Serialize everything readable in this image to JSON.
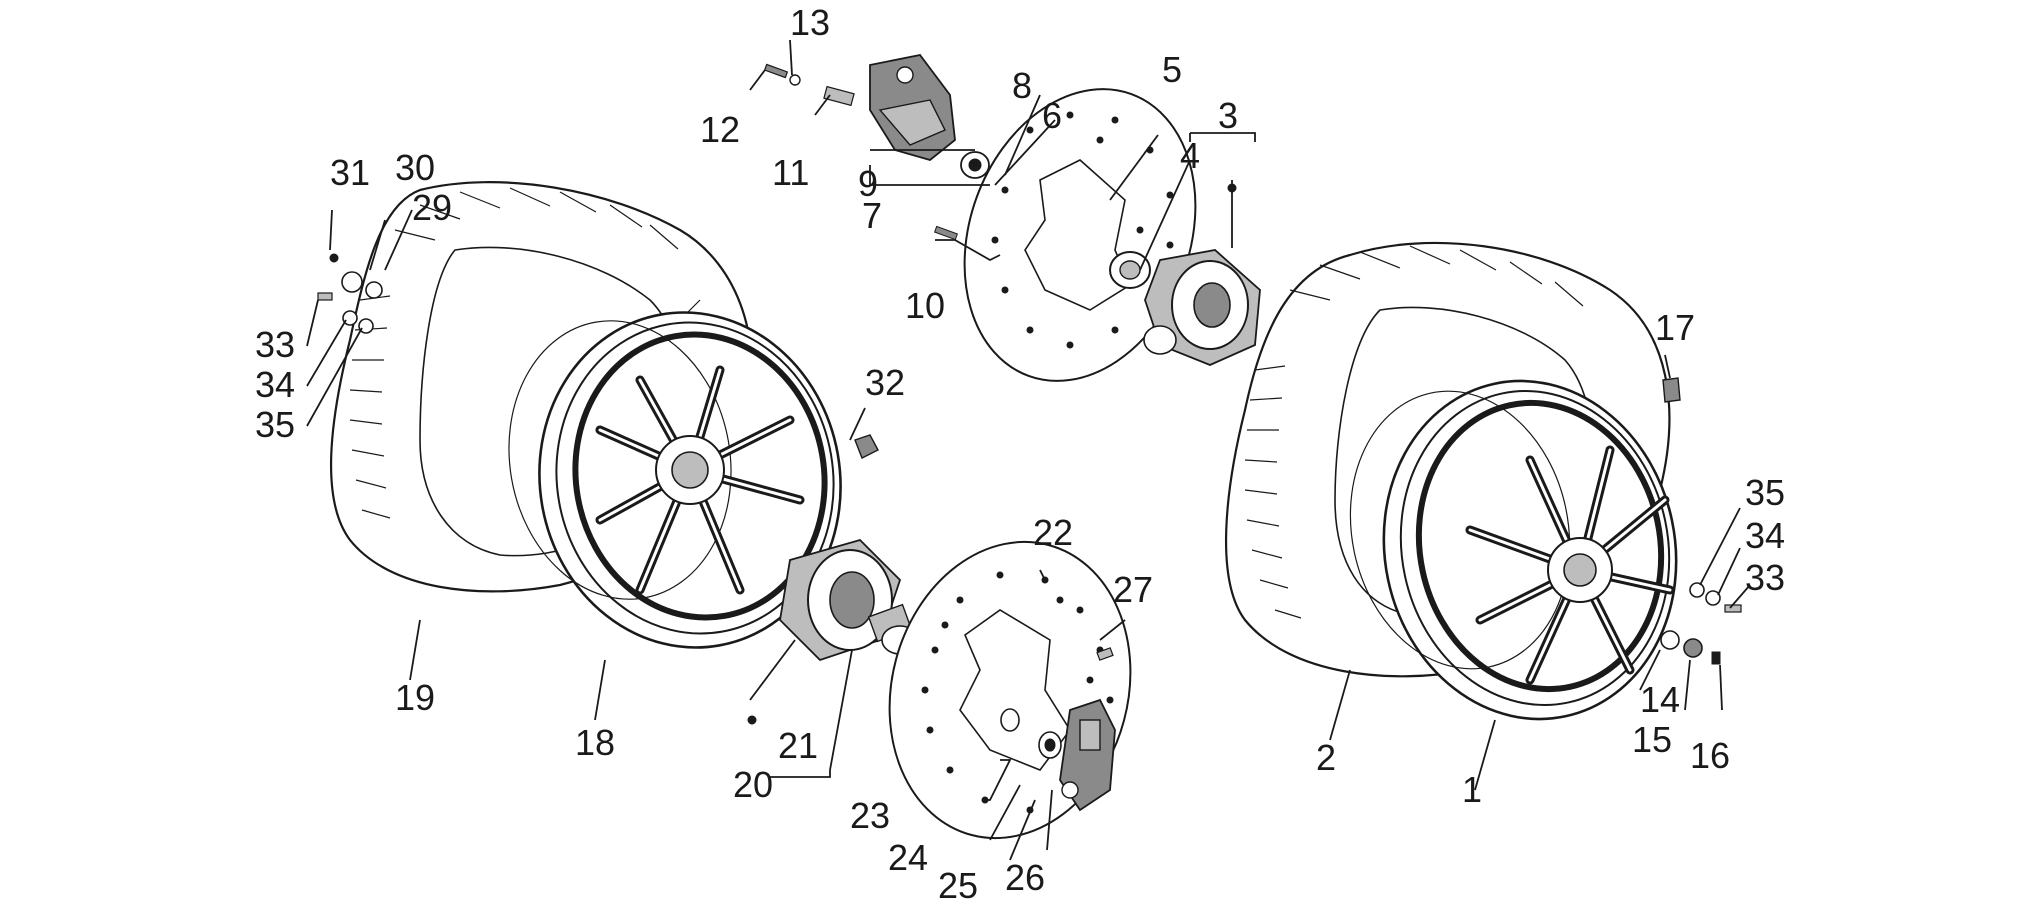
{
  "callouts": [
    "1",
    "2",
    "3",
    "4",
    "5",
    "6",
    "7",
    "8",
    "9",
    "10",
    "11",
    "12",
    "13",
    "14",
    "15",
    "16",
    "17",
    "18",
    "19",
    "20",
    "21",
    "22",
    "23",
    "24",
    "25",
    "26",
    "27",
    "29",
    "30",
    "31",
    "32",
    "33",
    "34",
    "35",
    "33",
    "34",
    "35"
  ],
  "colors": {
    "ink": "#1a1a1a",
    "paper": "#ffffff",
    "shade": "#bdbdbd"
  }
}
